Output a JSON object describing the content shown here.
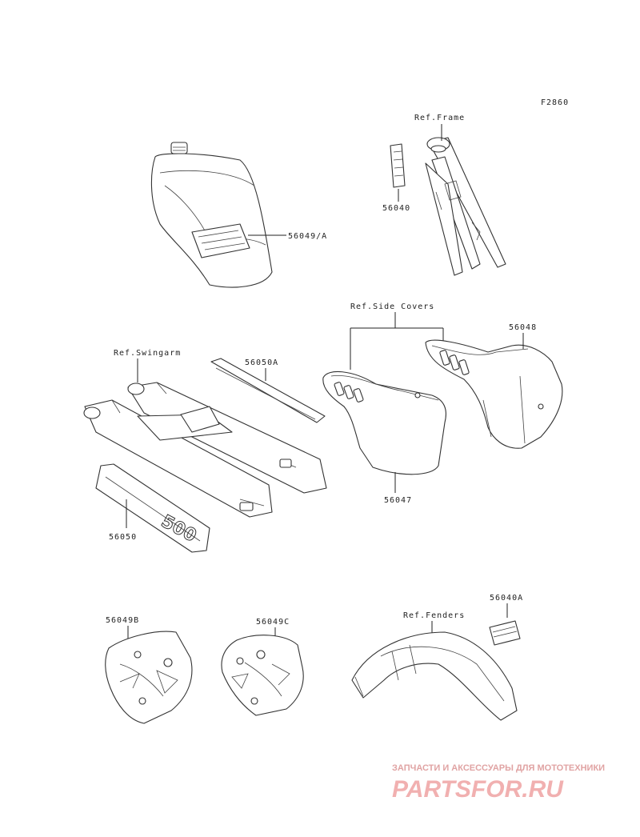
{
  "diagram": {
    "figure_code": "F2860",
    "labels": {
      "ref_frame": "Ref.Frame",
      "p56040": "56040",
      "p56049a": "56049/A",
      "ref_side_covers": "Ref.Side Covers",
      "p56048": "56048",
      "ref_swingarm": "Ref.Swingarm",
      "p56050a": "56050A",
      "p56047": "56047",
      "p56050": "56050",
      "p56049b": "56049B",
      "p56049c": "56049C",
      "ref_fenders": "Ref.Fenders",
      "p56040a": "56040A",
      "decal_text": "500"
    }
  },
  "watermark": {
    "tagline": "ЗАПЧАСТИ И АКСЕССУАРЫ ДЛЯ МОТОТЕХНИКИ",
    "brand": "PARTSFOR.RU"
  }
}
